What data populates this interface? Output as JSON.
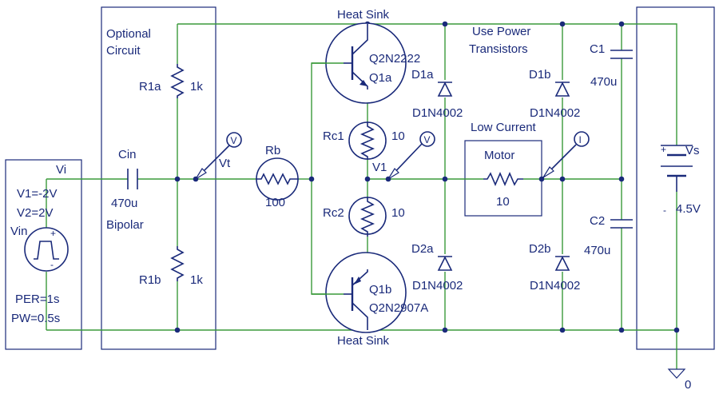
{
  "labels": {
    "heat_sink_top": "Heat Sink",
    "heat_sink_bottom": "Heat Sink",
    "optional_circuit_1": "Optional",
    "optional_circuit_2": "Circuit",
    "use_power_1": "Use Power",
    "use_power_2": "Transistors",
    "low_current": "Low Current",
    "bipolar": "Bipolar",
    "motor": "Motor"
  },
  "source": {
    "net": "Vi",
    "v1": "V1=-2V",
    "v2": "V2=2V",
    "name": "Vin",
    "per": "PER=1s",
    "pw": "PW=0.5s",
    "plus": "+",
    "minus": "-"
  },
  "components": {
    "cin_name": "Cin",
    "cin_value": "470u",
    "r1a_name": "R1a",
    "r1a_value": "1k",
    "r1b_name": "R1b",
    "r1b_value": "1k",
    "rb_name": "Rb",
    "rb_value": "100",
    "rc1_name": "Rc1",
    "rc1_value": "10",
    "rc2_name": "Rc2",
    "rc2_value": "10",
    "q1a_part": "Q2N2222",
    "q1a_name": "Q1a",
    "q1b_name": "Q1b",
    "q1b_part": "Q2N2907A",
    "d1a_name": "D1a",
    "d1a_part": "D1N4002",
    "d2a_name": "D2a",
    "d2a_part": "D1N4002",
    "d1b_name": "D1b",
    "d1b_part": "D1N4002",
    "d2b_name": "D2b",
    "d2b_part": "D1N4002",
    "motor_value": "10",
    "c1_name": "C1",
    "c1_value": "470u",
    "c2_name": "C2",
    "c2_value": "470u",
    "vs_name": "Vs",
    "vs_value": "4.5V",
    "vs_plus": "+",
    "vs_minus": "-"
  },
  "nets": {
    "vt": "Vt",
    "v1": "V1",
    "ground": "0"
  },
  "probes": {
    "voltage_glyph": "V",
    "current_glyph": "I"
  },
  "colors": {
    "wire": "#3a9a3a",
    "component": "#1a2a7a",
    "background": "#ffffff"
  }
}
